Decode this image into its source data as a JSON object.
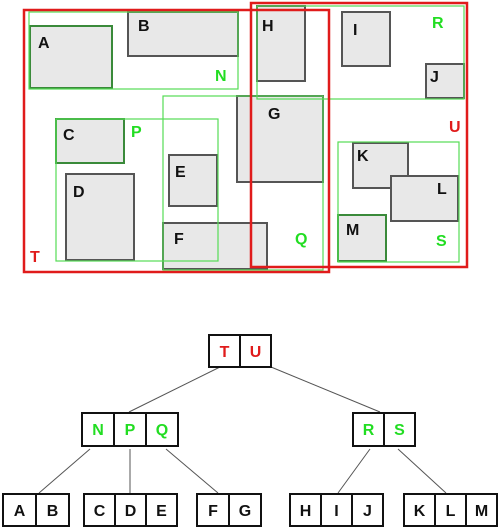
{
  "colors": {
    "red": "#e01b1b",
    "green": "#22dd22",
    "dark_green_border": "#3a8a3a",
    "box_fill": "#e8e8e8",
    "box_border": "#555555",
    "black": "#111111"
  },
  "spatial": {
    "group_labels": {
      "T": "T",
      "U": "U",
      "N": "N",
      "P": "P",
      "Q": "Q",
      "R": "R",
      "S": "S"
    },
    "box_labels": {
      "A": "A",
      "B": "B",
      "C": "C",
      "D": "D",
      "E": "E",
      "F": "F",
      "G": "G",
      "H": "H",
      "I": "I",
      "J": "J",
      "K": "K",
      "L": "L",
      "M": "M"
    }
  },
  "tree": {
    "root": [
      "T",
      "U"
    ],
    "level1": [
      [
        "N",
        "P",
        "Q"
      ],
      [
        "R",
        "S"
      ]
    ],
    "leaves": [
      [
        "A",
        "B"
      ],
      [
        "C",
        "D",
        "E"
      ],
      [
        "F",
        "G"
      ],
      [
        "H",
        "I",
        "J"
      ],
      [
        "K",
        "L",
        "M"
      ]
    ]
  }
}
